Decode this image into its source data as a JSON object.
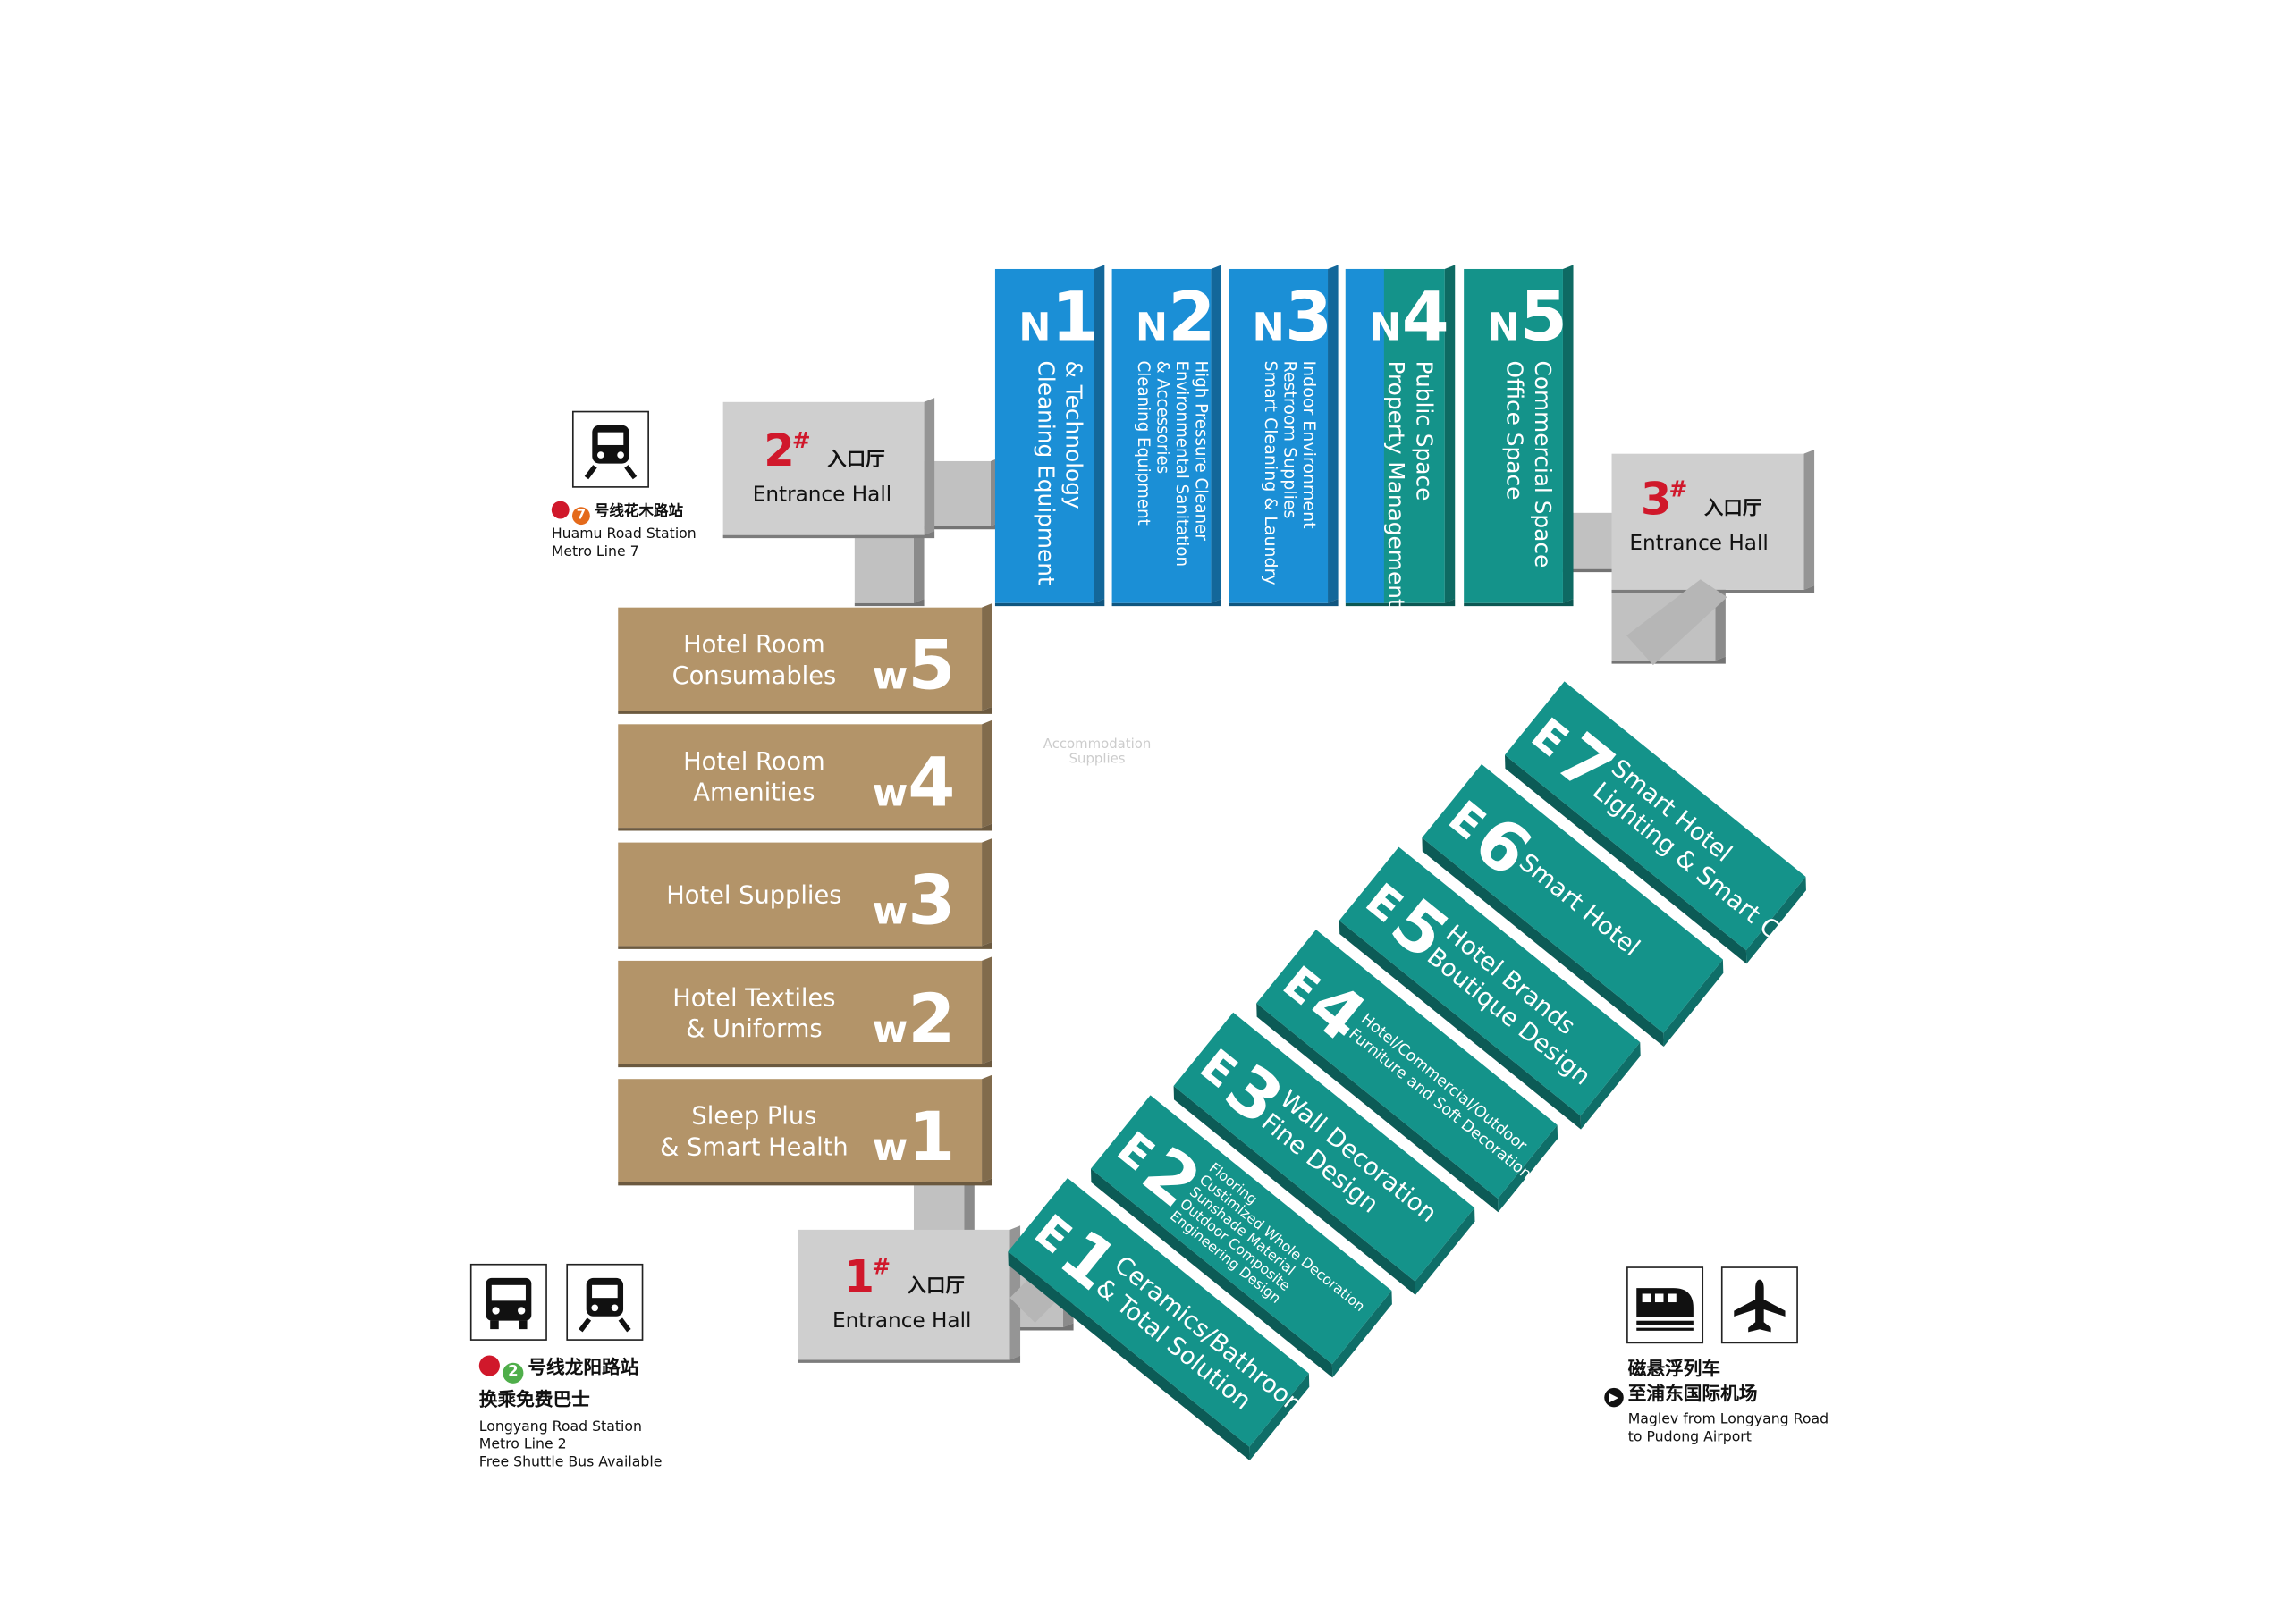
{
  "colors": {
    "north_blue": "#1b8fd6",
    "north_teal": "#14938a",
    "west_gold": "#b39469",
    "east_teal": "#14938a",
    "entrance_gray": "#cfcfcf",
    "accent_red": "#d0182b",
    "metro_line_7": "#e46a1b",
    "metro_line_2": "#4fae4a"
  },
  "halls": {
    "north": [
      {
        "code": "N1",
        "prefix": "N",
        "num": "1",
        "lines": [
          "Cleaning Equipment",
          "& Technology"
        ]
      },
      {
        "code": "N2",
        "prefix": "N",
        "num": "2",
        "lines": [
          "Cleaning Equipment",
          "& Accessories",
          "Environmental Sanitation",
          "High Pressure Cleaner"
        ]
      },
      {
        "code": "N3",
        "prefix": "N",
        "num": "3",
        "lines": [
          "Smart Cleaning & Laundry",
          "Restroom Supplies",
          "Indoor Environment"
        ]
      },
      {
        "code": "N4",
        "prefix": "N",
        "num": "4",
        "lines": [
          "Property Management",
          "Public Space"
        ]
      },
      {
        "code": "N5",
        "prefix": "N",
        "num": "5",
        "lines": [
          "Office Space",
          "Commercial Space"
        ]
      }
    ],
    "west": [
      {
        "code": "W5",
        "prefix": "w",
        "num": "5",
        "lines": [
          "Hotel Room",
          "Consumables"
        ]
      },
      {
        "code": "W4",
        "prefix": "w",
        "num": "4",
        "lines": [
          "Hotel Room",
          "Amenities"
        ]
      },
      {
        "code": "W3",
        "prefix": "w",
        "num": "3",
        "lines": [
          "Hotel Supplies"
        ]
      },
      {
        "code": "W2",
        "prefix": "w",
        "num": "2",
        "lines": [
          "Hotel Textiles",
          "& Uniforms"
        ]
      },
      {
        "code": "W1",
        "prefix": "w",
        "num": "1",
        "lines": [
          "Sleep Plus",
          "& Smart Health"
        ]
      }
    ],
    "east": [
      {
        "code": "E1",
        "prefix": "E",
        "num": "1",
        "lines": [
          "Ceramics/Bathroom",
          "& Total Solution"
        ]
      },
      {
        "code": "E2",
        "prefix": "E",
        "num": "2",
        "lines": [
          "Flooring",
          "Custimized Whole Decoration",
          "Sunshade Material",
          "Outdoor Composite",
          "Engineering Design"
        ]
      },
      {
        "code": "E3",
        "prefix": "E",
        "num": "3",
        "lines": [
          "Wall Decoration",
          "Fine Design"
        ]
      },
      {
        "code": "E4",
        "prefix": "E",
        "num": "4",
        "lines": [
          "Hotel/Commercial/Outdoor",
          "Furniture and Soft Decoration"
        ]
      },
      {
        "code": "E5",
        "prefix": "E",
        "num": "5",
        "lines": [
          "Hotel Brands",
          "Boutique Design"
        ]
      },
      {
        "code": "E6",
        "prefix": "E",
        "num": "6",
        "lines": [
          "Smart Hotel"
        ]
      },
      {
        "code": "E7",
        "prefix": "E",
        "num": "7",
        "lines": [
          "Smart Hotel",
          "Lighting & Smart Control"
        ]
      }
    ]
  },
  "entrances": [
    {
      "num": "1",
      "sup": "#",
      "cn": "入口厅",
      "en": "Entrance Hall"
    },
    {
      "num": "2",
      "sup": "#",
      "cn": "入口厅",
      "en": "Entrance Hall"
    },
    {
      "num": "3",
      "sup": "#",
      "cn": "入口厅",
      "en": "Entrance Hall"
    }
  ],
  "center_label": [
    "Accommodation",
    "Supplies"
  ],
  "transport": {
    "huamu": {
      "line_num": "7",
      "cn": "号线花木路站",
      "en": [
        "Huamu Road Station",
        "Metro Line 7"
      ],
      "icon": "metro-train-icon"
    },
    "longyang": {
      "line_num": "2",
      "cn": "号线龙阳路站",
      "cn2": "换乘免费巴士",
      "en": [
        "Longyang Road Station",
        "Metro Line 2",
        "Free Shuttle Bus Available"
      ],
      "icons": [
        "bus-icon",
        "metro-train-icon"
      ]
    },
    "maglev": {
      "cn": "磁悬浮列车",
      "cn2": "至浦东国际机场",
      "en": [
        "Maglev from Longyang Road",
        "to Pudong Airport"
      ],
      "icons": [
        "maglev-train-icon",
        "airplane-icon"
      ]
    }
  }
}
